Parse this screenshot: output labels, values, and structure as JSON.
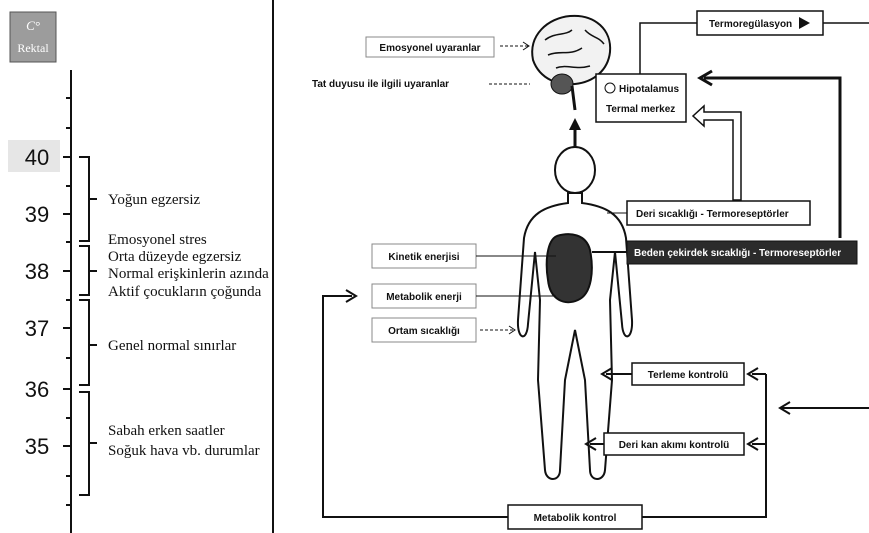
{
  "scale": {
    "unit_symbol": "C°",
    "unit_label": "Rektal",
    "ticks": [
      "40",
      "39",
      "38",
      "37",
      "36",
      "35"
    ],
    "ranges": [
      {
        "text": "Yoğun egzersiz"
      },
      {
        "text": "Emosyonel stres"
      },
      {
        "text": "Orta düzeyde egzersiz"
      },
      {
        "text": "Normal erişkinlerin azında"
      },
      {
        "text": "Aktif çocukların çoğunda"
      },
      {
        "text": "Genel normal sınırlar"
      },
      {
        "text": "Sabah erken saatler"
      },
      {
        "text": "Soğuk hava vb. durumlar"
      }
    ]
  },
  "diagram": {
    "emotional": "Emosyonel uyaranlar",
    "taste": "Tat duyusu ile ilgili uyaranlar",
    "thermoreg": "Termoregülasyon",
    "hypothalamus": "Hipotalamus",
    "thermal_center": "Termal merkez",
    "skin_temp": "Deri sıcaklığı - Termoreseptörler",
    "core_temp": "Beden çekirdek sıcaklığı - Termoreseptörler",
    "kinetic": "Kinetik enerjisi",
    "metabolic_energy": "Metabolik enerji",
    "ambient": "Ortam sıcaklığı",
    "sweat": "Terleme kontrolü",
    "blood_flow": "Deri kan akımı kontrolü",
    "metabolic_control": "Metabolik kontrol"
  },
  "colors": {
    "ink": "#111111",
    "organ": "#333333",
    "core_bg": "#2b2b2b"
  }
}
